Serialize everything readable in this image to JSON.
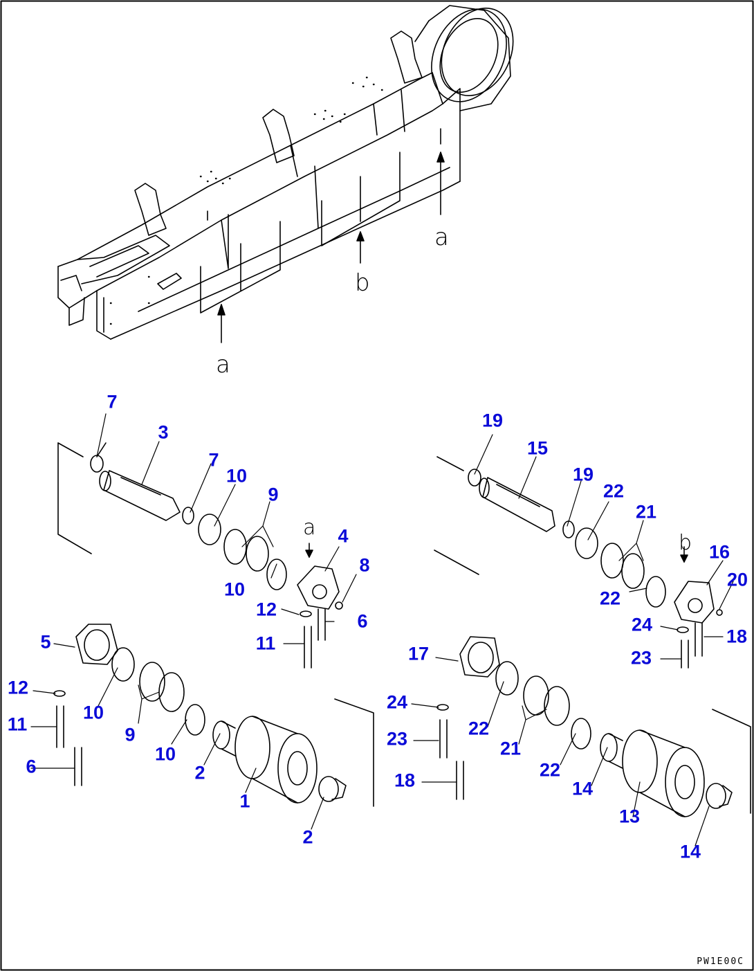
{
  "drawing": {
    "code": "PW1E00C",
    "frame_refs": {
      "left": "a",
      "middle": "b",
      "right": "a"
    },
    "idler_refs": {
      "front": "a",
      "rear": "b"
    }
  },
  "callouts": {
    "front_group": {
      "n7a": "7",
      "n3": "3",
      "n7b": "7",
      "n10a": "10",
      "n9a": "9",
      "n4": "4",
      "n8": "8",
      "n10b": "10",
      "n12a": "12",
      "n6a": "6",
      "n11a": "11",
      "n5": "5",
      "n12b": "12",
      "n11b": "11",
      "n10c": "10",
      "n9b": "9",
      "n10d": "10",
      "n6b": "6",
      "n2a": "2",
      "n1": "1",
      "n2b": "2"
    },
    "rear_group": {
      "n19a": "19",
      "n15": "15",
      "n19b": "19",
      "n22a": "22",
      "n21a": "21",
      "n16": "16",
      "n20": "20",
      "n22b": "22",
      "n24a": "24",
      "n18a": "18",
      "n23a": "23",
      "n17": "17",
      "n24b": "24",
      "n22c": "22",
      "n23b": "23",
      "n21b": "21",
      "n22d": "22",
      "n18b": "18",
      "n14a": "14",
      "n13": "13",
      "n14b": "14"
    }
  },
  "colors": {
    "callout": "#0b0bd8",
    "line": "#000000"
  }
}
